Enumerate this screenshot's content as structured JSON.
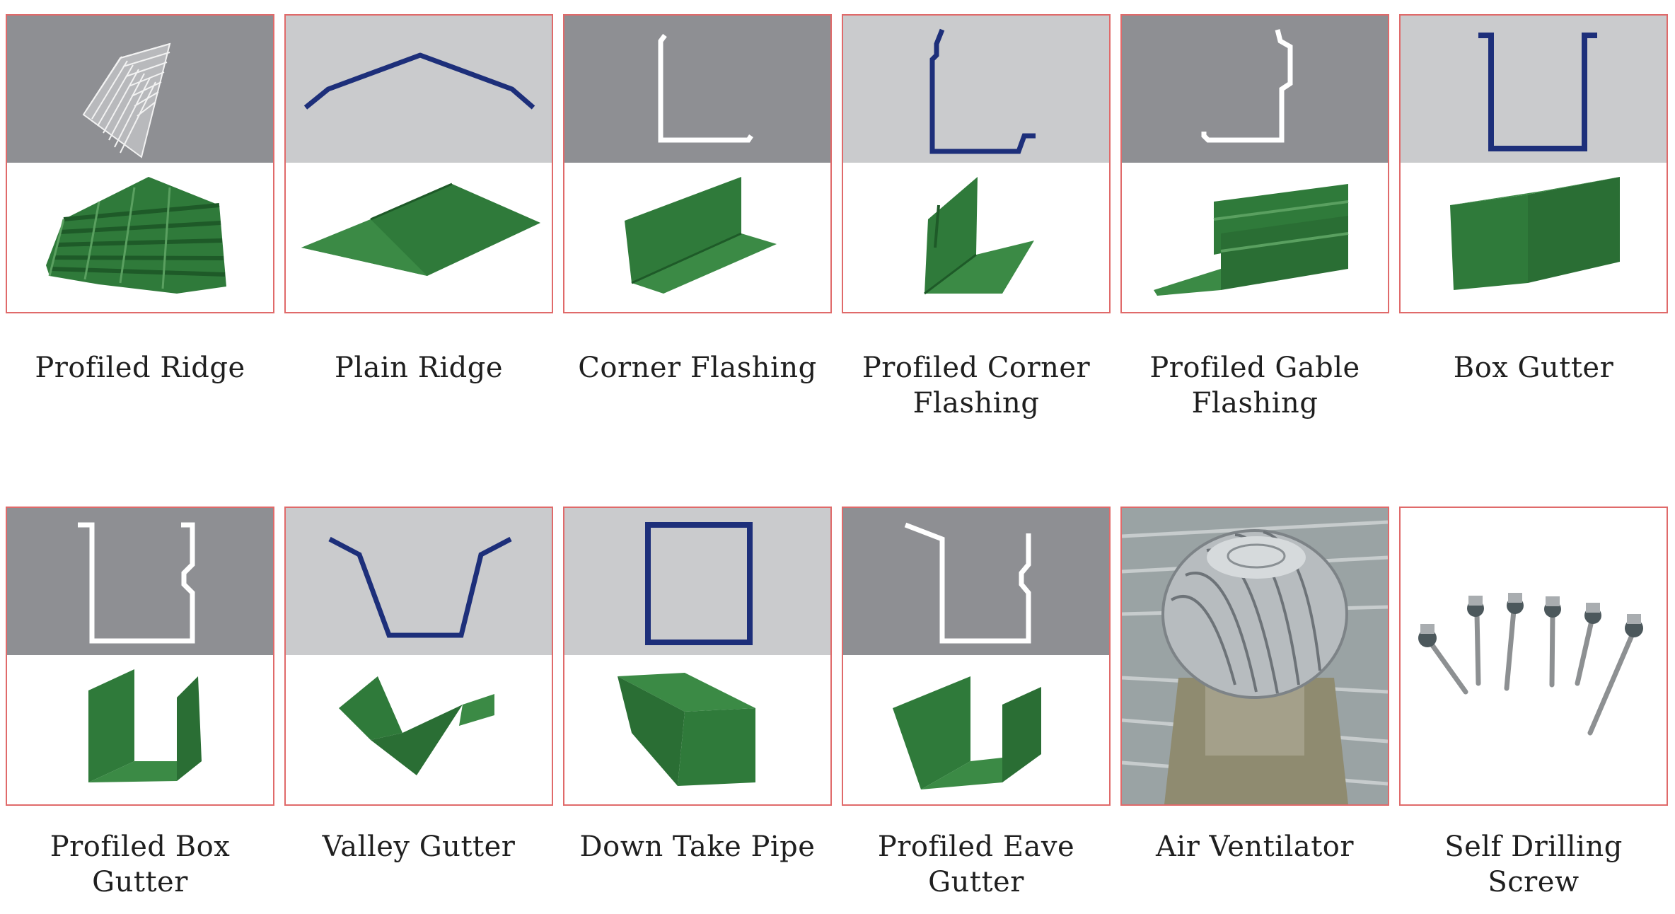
{
  "products_row1": [
    {
      "label": "Profiled Ridge"
    },
    {
      "label": "Plain Ridge"
    },
    {
      "label": "Corner Flashing"
    },
    {
      "label": "Profiled Corner Flashing"
    },
    {
      "label": "Profiled Gable Flashing"
    },
    {
      "label": "Box Gutter"
    }
  ],
  "products_row2": [
    {
      "label": "Profiled Box Gutter"
    },
    {
      "label": "Valley Gutter"
    },
    {
      "label": "Down Take Pipe"
    },
    {
      "label": "Profiled Eave Gutter"
    },
    {
      "label": "Air Ventilator"
    },
    {
      "label": "Self Drilling Screw"
    }
  ],
  "colors": {
    "card_border": "#e06a6a",
    "panel_dark": "#8e8f93",
    "panel_light": "#cacbcd",
    "profile_white": "#ffffff",
    "profile_navy": "#1d2f7a",
    "sheet_green": "#2f7a3a"
  }
}
